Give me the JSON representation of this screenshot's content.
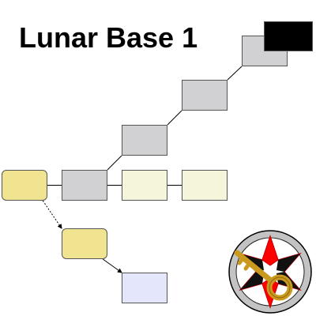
{
  "title": "Lunar Base 1",
  "colors": {
    "gray_node": "#d1d1d3",
    "cream_node": "#f5f5dc",
    "yellow_node": "#f0e491",
    "lavender_node": "#e4e6fb",
    "black_node": "#000000",
    "emblem_ring": "#c3c3c3",
    "emblem_red": "#ff0000",
    "emblem_key": "#c99a1e"
  },
  "nodes": [
    {
      "id": "gray-top",
      "kind": "gray"
    },
    {
      "id": "black-top",
      "kind": "black"
    },
    {
      "id": "gray-2",
      "kind": "gray"
    },
    {
      "id": "gray-3",
      "kind": "gray"
    },
    {
      "id": "gray-row",
      "kind": "gray"
    },
    {
      "id": "cream-1",
      "kind": "cream"
    },
    {
      "id": "cream-2",
      "kind": "cream"
    },
    {
      "id": "yellow-left",
      "kind": "yellow"
    },
    {
      "id": "yellow-mid",
      "kind": "yellow"
    },
    {
      "id": "lavender-bottom",
      "kind": "lavender"
    }
  ],
  "edges": [
    {
      "from": "gray-top",
      "to": "gray-2",
      "style": "solid"
    },
    {
      "from": "gray-2",
      "to": "gray-3",
      "style": "solid"
    },
    {
      "from": "gray-3",
      "to": "gray-row",
      "style": "solid"
    },
    {
      "from": "gray-row",
      "to": "cream-1",
      "style": "solid"
    },
    {
      "from": "cream-1",
      "to": "cream-2",
      "style": "solid"
    },
    {
      "from": "yellow-left",
      "to": "gray-row",
      "style": "solid"
    },
    {
      "from": "yellow-left",
      "to": "yellow-mid",
      "style": "dotted-arrow"
    },
    {
      "from": "yellow-mid",
      "to": "lavender-bottom",
      "style": "arrow"
    }
  ],
  "emblem": {
    "icon": "compass-star-key-icon"
  }
}
